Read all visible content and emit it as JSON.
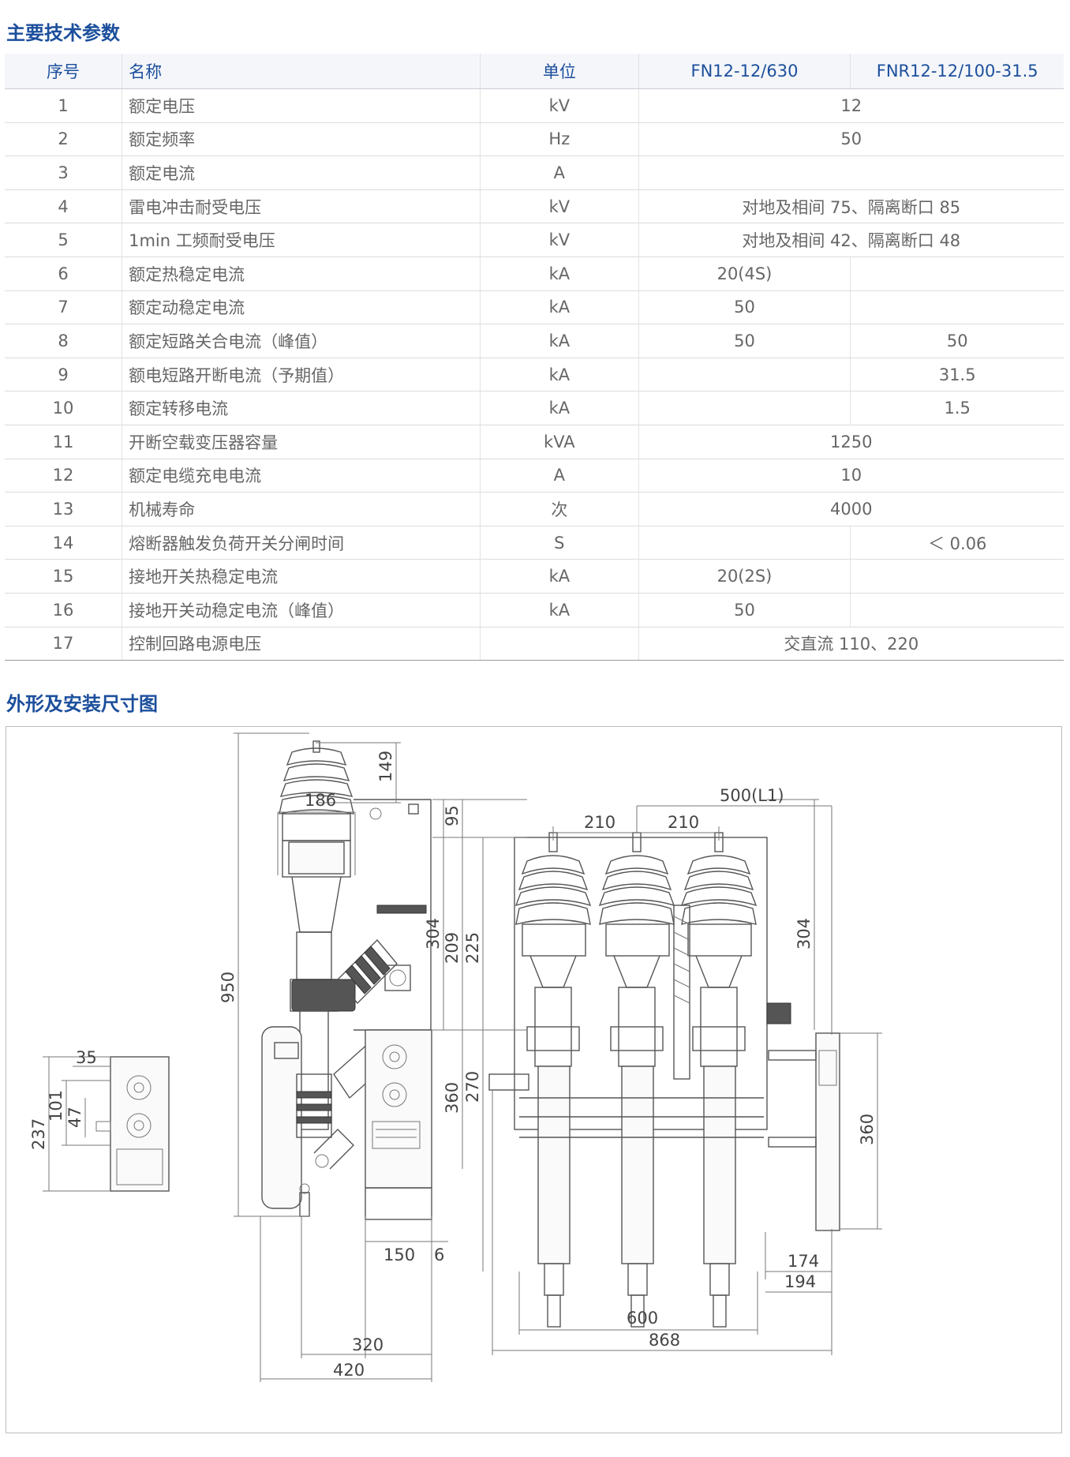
{
  "sections": {
    "params_title": "主要技术参数",
    "drawing_title": "外形及安装尺寸图"
  },
  "table": {
    "headers": [
      "序号",
      "名称",
      "单位",
      "FN12-12/630",
      "FNR12-12/100-31.5"
    ],
    "rows": [
      {
        "no": "1",
        "name": "额定电压",
        "unit": "kV",
        "merged": "12"
      },
      {
        "no": "2",
        "name": "额定频率",
        "unit": "Hz",
        "merged": "50"
      },
      {
        "no": "3",
        "name": "额定电流",
        "unit": "A",
        "merged": ""
      },
      {
        "no": "4",
        "name": "雷电冲击耐受电压",
        "unit": "kV",
        "merged": "对地及相间 75、隔离断口 85"
      },
      {
        "no": "5",
        "name": "1min 工频耐受电压",
        "unit": "kV",
        "merged": "对地及相间 42、隔离断口 48"
      },
      {
        "no": "6",
        "name": "额定热稳定电流",
        "unit": "kA",
        "a": "20(4S)",
        "b": ""
      },
      {
        "no": "7",
        "name": "额定动稳定电流",
        "unit": "kA",
        "a": "50",
        "b": ""
      },
      {
        "no": "8",
        "name": "额定短路关合电流（峰值）",
        "unit": "kA",
        "a": "50",
        "b": "50"
      },
      {
        "no": "9",
        "name": "额电短路开断电流（予期值）",
        "unit": "kA",
        "a": "",
        "b": "31.5"
      },
      {
        "no": "10",
        "name": "额定转移电流",
        "unit": "kA",
        "a": "",
        "b": "1.5"
      },
      {
        "no": "11",
        "name": "开断空载变压器容量",
        "unit": "kVA",
        "merged": "1250"
      },
      {
        "no": "12",
        "name": "额定电缆充电电流",
        "unit": "A",
        "merged": "10"
      },
      {
        "no": "13",
        "name": "机械寿命",
        "unit": "次",
        "merged": "4000"
      },
      {
        "no": "14",
        "name": "熔断器触发负荷开关分闸时间",
        "unit": "S",
        "a": "",
        "b": "＜ 0.06"
      },
      {
        "no": "15",
        "name": "接地开关热稳定电流",
        "unit": "kA",
        "a": "20(2S)",
        "b": ""
      },
      {
        "no": "16",
        "name": "接地开关动稳定电流（峰值）",
        "unit": "kA",
        "a": "50",
        "b": ""
      },
      {
        "no": "17",
        "name": "控制回路电源电压",
        "unit": "",
        "merged": "交直流 110、220"
      }
    ]
  },
  "dimensions": {
    "d186": "186",
    "d149": "149",
    "d950": "950",
    "d95": "95",
    "d304a": "304",
    "d209": "209",
    "d225": "225",
    "d360a": "360",
    "d270": "270",
    "d35": "35",
    "d101": "101",
    "d47": "47",
    "d237": "237",
    "d150": "150",
    "d6": "6",
    "d320": "320",
    "d420": "420",
    "d500": "500(L1)",
    "d210a": "210",
    "d210b": "210",
    "d304b": "304",
    "d360b": "360",
    "d174": "174",
    "d194": "194",
    "d600": "600",
    "d868": "868"
  }
}
